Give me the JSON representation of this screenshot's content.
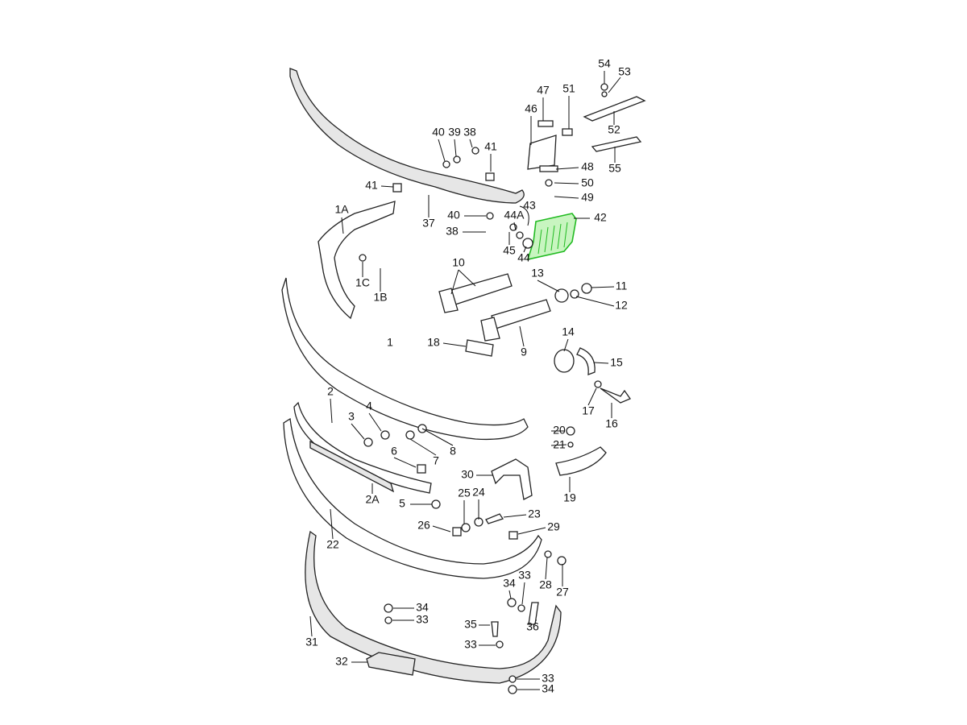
{
  "diagram": {
    "highlight_color": "#22bb22",
    "highlighted_part": "42",
    "labels": [
      "54",
      "53",
      "52",
      "55",
      "47",
      "51",
      "46",
      "48",
      "50",
      "49",
      "40",
      "39",
      "38",
      "41",
      "41",
      "43",
      "42",
      "40",
      "44A",
      "38",
      "45",
      "44",
      "37",
      "1A",
      "10",
      "13",
      "11",
      "12",
      "1C",
      "1B",
      "18",
      "9",
      "14",
      "15",
      "1",
      "17",
      "16",
      "2",
      "4",
      "3",
      "20",
      "21",
      "8",
      "6",
      "7",
      "30",
      "19",
      "2A",
      "25",
      "24",
      "5",
      "23",
      "26",
      "29",
      "22",
      "34",
      "33",
      "28",
      "27",
      "34",
      "33",
      "35",
      "36",
      "31",
      "33",
      "32",
      "33",
      "34"
    ]
  }
}
